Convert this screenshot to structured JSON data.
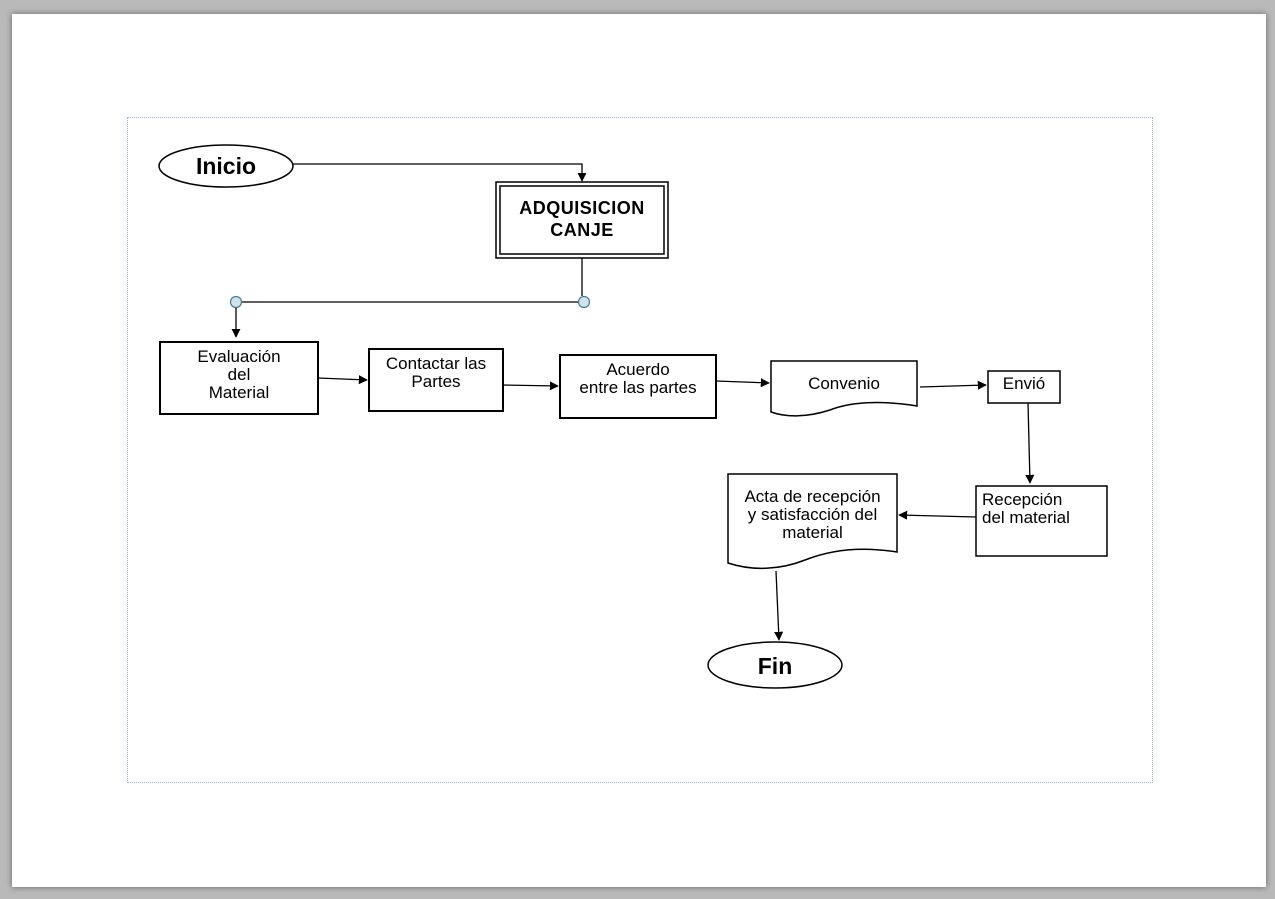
{
  "diagram": {
    "nodes": {
      "inicio": "Inicio",
      "adquisicion": "ADQUISICION\nCANJE",
      "evaluacion": "Evaluación\ndel\nMaterial",
      "contactar": "Contactar las\nPartes",
      "acuerdo": "Acuerdo\nentre las partes",
      "convenio": "Convenio",
      "envio": "Envió",
      "recepcion": "Recepción\ndel material",
      "acta": "Acta de recepción\ny satisfacción del\nmaterial",
      "fin": "Fin"
    }
  }
}
